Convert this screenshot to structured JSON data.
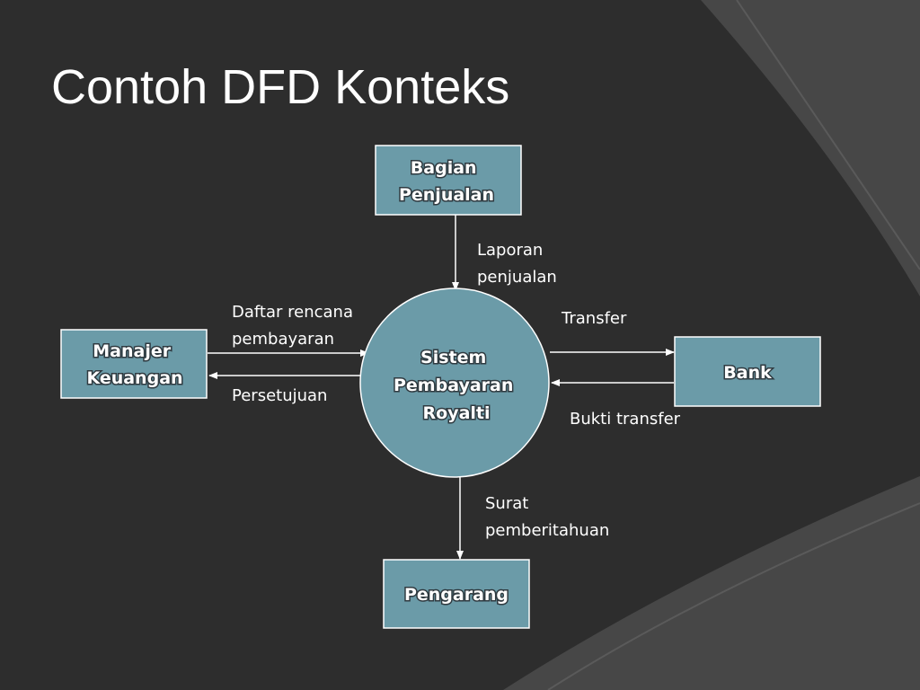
{
  "slide": {
    "title": "Contoh DFD Konteks"
  },
  "colors": {
    "background": "#2d2d2d",
    "node_fill": "#6b9ba8",
    "node_border": "#ffffff",
    "arrow": "#ffffff",
    "text": "#ffffff"
  },
  "diagram": {
    "process": {
      "lines": [
        "Sistem",
        "Pembayaran",
        "Royalti"
      ]
    },
    "entities": {
      "bagian_penjualan": {
        "lines": [
          "Bagian",
          "Penjualan"
        ]
      },
      "manajer_keuangan": {
        "lines": [
          "Manajer",
          "Keuangan"
        ]
      },
      "bank": {
        "lines": [
          "Bank"
        ]
      },
      "pengarang": {
        "lines": [
          "Pengarang"
        ]
      }
    },
    "flows": {
      "laporan_penjualan": {
        "lines": [
          "Laporan",
          "penjualan"
        ]
      },
      "daftar_rencana_pembayaran": {
        "lines": [
          "Daftar rencana",
          "pembayaran"
        ]
      },
      "persetujuan": {
        "lines": [
          "Persetujuan"
        ]
      },
      "transfer": {
        "lines": [
          "Transfer"
        ]
      },
      "bukti_transfer": {
        "lines": [
          "Bukti transfer"
        ]
      },
      "surat_pemberitahuan": {
        "lines": [
          "Surat",
          "pemberitahuan"
        ]
      }
    }
  }
}
